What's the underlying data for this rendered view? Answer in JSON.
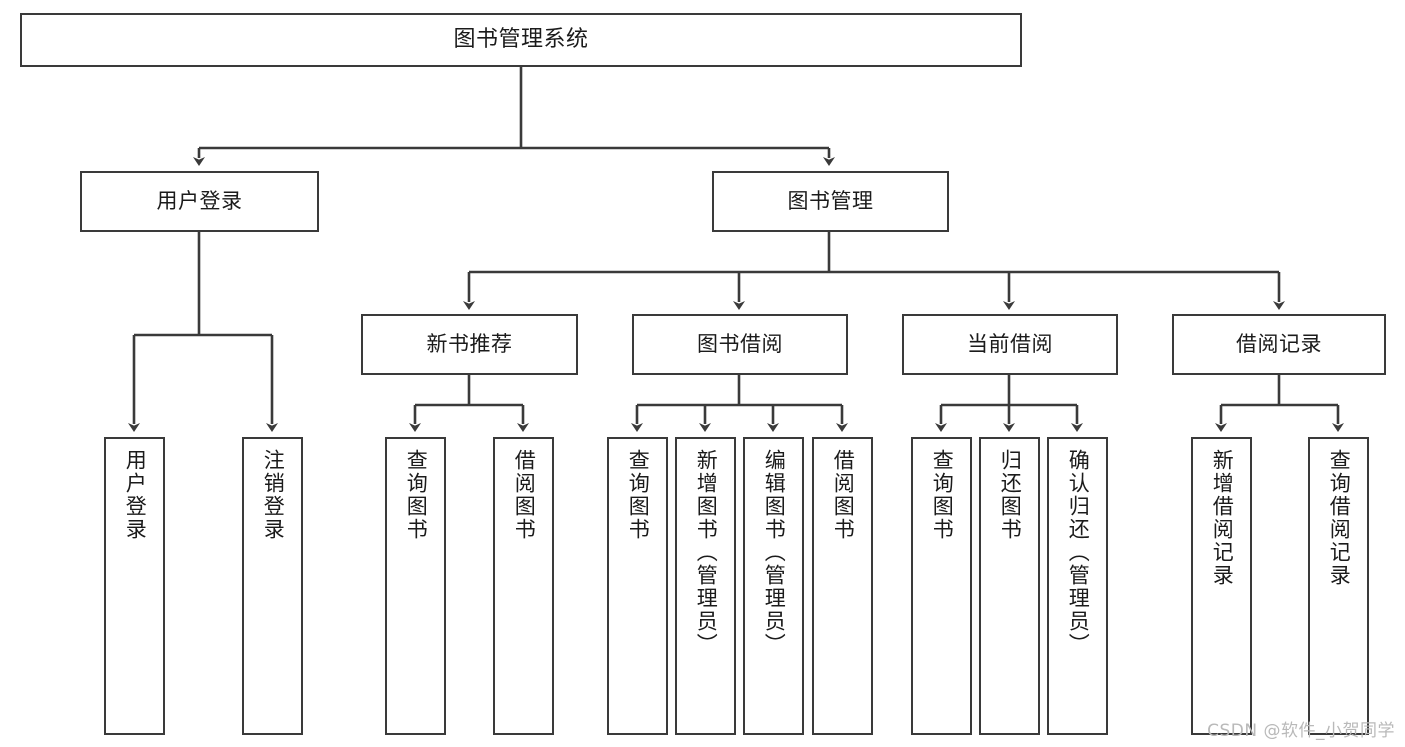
{
  "diagram": {
    "title": "图书管理系统",
    "type": "tree",
    "colors": {
      "box_border": "#3a3a3a",
      "box_fill": "#ffffff",
      "connector": "#3a3a3a",
      "text": "#1b1b1b",
      "watermark": "#b9b9b9",
      "background": "#ffffff"
    },
    "root": {
      "label": "图书管理系统"
    },
    "level1": [
      {
        "label": "用户登录"
      },
      {
        "label": "图书管理"
      }
    ],
    "level2": [
      {
        "label": "新书推荐"
      },
      {
        "label": "图书借阅"
      },
      {
        "label": "当前借阅"
      },
      {
        "label": "借阅记录"
      }
    ],
    "leaves": {
      "user_login": [
        {
          "label": "用户登录"
        },
        {
          "label": "注销登录"
        }
      ],
      "new_book_recommend": [
        {
          "label": "查询图书"
        },
        {
          "label": "借阅图书"
        }
      ],
      "book_borrow": [
        {
          "label": "查询图书"
        },
        {
          "label": "新增图书（管理员）"
        },
        {
          "label": "编辑图书（管理员）"
        },
        {
          "label": "借阅图书"
        }
      ],
      "current_borrow": [
        {
          "label": "查询图书"
        },
        {
          "label": "归还图书"
        },
        {
          "label": "确认归还（管理员）"
        }
      ],
      "borrow_record": [
        {
          "label": "新增借阅记录"
        },
        {
          "label": "查询借阅记录"
        }
      ]
    }
  },
  "watermark": {
    "text": "CSDN @软件_小贺同学"
  }
}
